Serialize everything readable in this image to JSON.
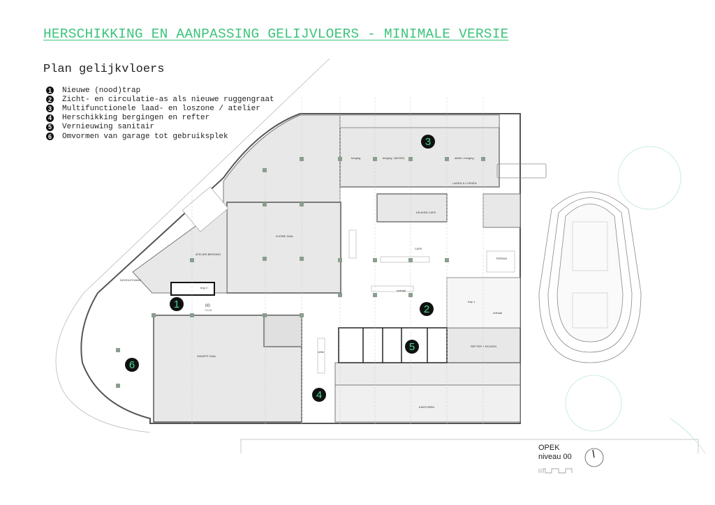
{
  "title": "HERSCHIKKING EN AANPASSING GELIJVLOERS - MINIMALE VERSIE",
  "subtitle": "Plan gelijkvloers",
  "legend": [
    {
      "num": "1",
      "label": "Nieuwe (nood)trap"
    },
    {
      "num": "2",
      "label": "Zicht- en circulatie-as als nieuwe ruggengraat"
    },
    {
      "num": "3",
      "label": "Multifunctionele laad- en loszone / atelier"
    },
    {
      "num": "4",
      "label": "Herschikking bergingen en refter"
    },
    {
      "num": "5",
      "label": "Vernieuwing sanitair"
    },
    {
      "num": "6",
      "label": "Omvormen van garage tot gebruiksplek"
    }
  ],
  "rooms": {
    "berging": "berging",
    "berging_mode": "berging / (MODE)",
    "atelier_berging": "atelier / berging",
    "laden_lossen": "LADEN & LOSSEN",
    "keuken_cafe": "KEUKEN CAFE",
    "cafe": "CAFE",
    "terras": "TERRAS",
    "kleine_zaal": "KLEINE ZAAL",
    "atelier_berging_upper": "ATELIER-BERGING",
    "nooduitgang": "NOODUITGANG",
    "trap2": "trap 2",
    "trap1": "trap 1",
    "zwarte_zaal": "ZWARTE ZAAL",
    "refter": "refter",
    "refter_keuken": "REFTER + KEUKEN",
    "ontvaal": "onthaal",
    "ontvaal2": "onthaal",
    "level": "00",
    "level_height": "+1.10",
    "kantoren": "KANTOREN"
  },
  "markers": [
    "1",
    "2",
    "3",
    "4",
    "5",
    "6"
  ],
  "footer": {
    "project": "OPEK",
    "level": "niveau 00"
  },
  "colors": {
    "accent": "#3cc47c",
    "marker_text": "#48d890",
    "room_fill": "#e8e8e8"
  }
}
